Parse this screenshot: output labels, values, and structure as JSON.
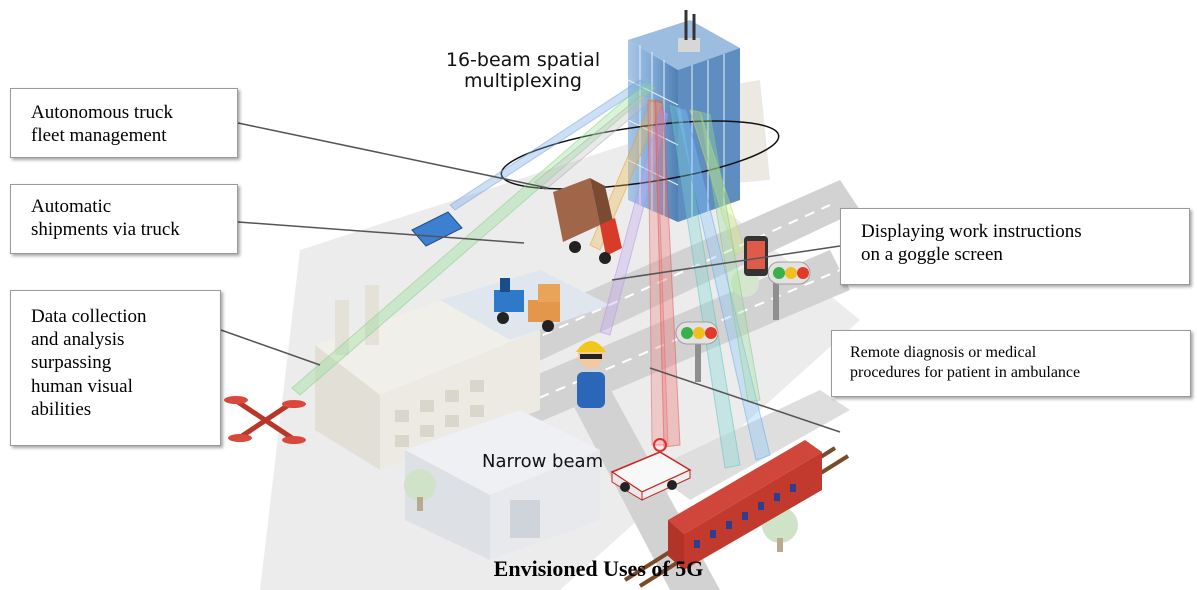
{
  "caption": "Envisioned Uses of 5G",
  "scene_labels": {
    "beam": [
      "16-beam spatial",
      "multiplexing"
    ],
    "narrow_beam": "Narrow beam"
  },
  "callouts": {
    "truck_fleet": [
      "Autonomous truck",
      "fleet management"
    ],
    "shipments": [
      "Automatic",
      "shipments via truck"
    ],
    "data_collection": [
      "Data collection",
      "and analysis",
      "surpassing",
      "human visual",
      "abilities"
    ],
    "goggle": [
      "Displaying work instructions",
      "on a goggle screen"
    ],
    "ambulance": [
      "Remote diagnosis or medical",
      "procedures for patient in ambulance"
    ]
  },
  "icons": [
    "base-station-tower-icon",
    "drone-icon",
    "tablet-icon",
    "truck-icon",
    "forklift-icon",
    "worker-with-goggles-icon",
    "ambulance-icon",
    "train-icon",
    "traffic-light-icon",
    "smartphone-icon",
    "factory-icon",
    "warehouse-icon",
    "tree-icon"
  ],
  "colors": {
    "road": "#cfcfcf",
    "sidewalk": "#e8e8e8",
    "building": "#e5e5e5",
    "tower": "#6e9fcf",
    "train": "#c0392b",
    "callout_border": "#9a9a9a"
  }
}
